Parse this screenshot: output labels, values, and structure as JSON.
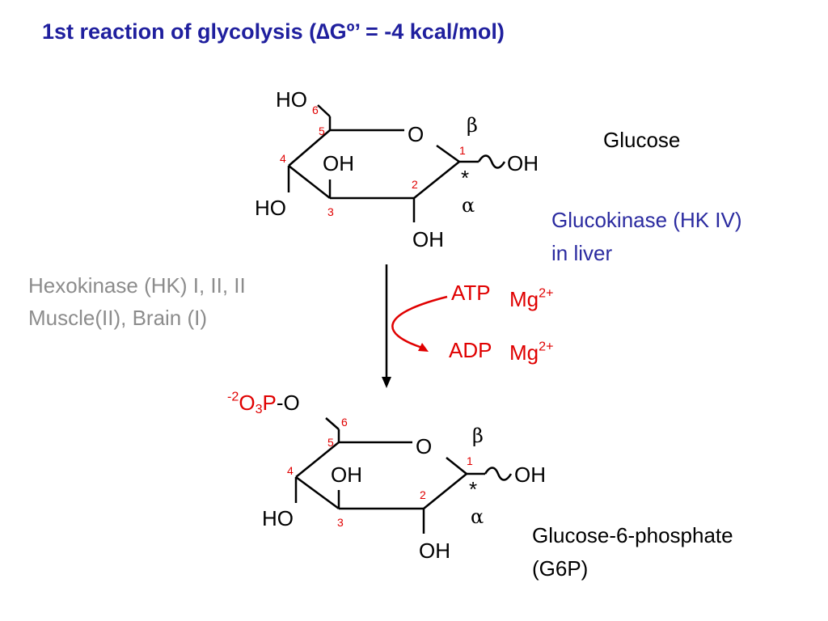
{
  "title": "1st reaction of glycolysis (∆Gº’ = -4 kcal/mol)",
  "colors": {
    "title": "#1f1f9e",
    "blue_text": "#2b2ba0",
    "gray_text": "#8c8c8c",
    "red": "#e00000",
    "black": "#000000"
  },
  "glucose": {
    "name": "Glucose",
    "atoms": {
      "ho6": "HO",
      "ring_o": "O",
      "oh1": "OH",
      "oh3": "OH",
      "ho4": "HO",
      "oh2": "OH",
      "star": "*",
      "beta": "β",
      "alpha": "α"
    },
    "carbon_numbers": [
      "1",
      "2",
      "3",
      "4",
      "5",
      "6"
    ]
  },
  "enzyme_liver": {
    "line1": "Glucokinase (HK IV)",
    "line2": "in liver"
  },
  "enzyme_other": {
    "line1": "Hexokinase (HK) I, II, II",
    "line2": "Muscle(II), Brain (I)"
  },
  "reaction": {
    "atp": "ATP",
    "adp": "ADP",
    "mg": "Mg",
    "mg_charge": "2+"
  },
  "g6p": {
    "name_line1": "Glucose-6-phosphate",
    "name_line2": "(G6P)",
    "phosphate": {
      "charge": "-2",
      "o": "O",
      "sub": "3",
      "p": "P",
      "link": "-O"
    },
    "atoms": {
      "ring_o": "O",
      "oh1": "OH",
      "oh3": "OH",
      "ho4": "HO",
      "oh2": "OH",
      "star": "*",
      "beta": "β",
      "alpha": "α"
    },
    "carbon_numbers": [
      "1",
      "2",
      "3",
      "4",
      "5",
      "6"
    ]
  }
}
